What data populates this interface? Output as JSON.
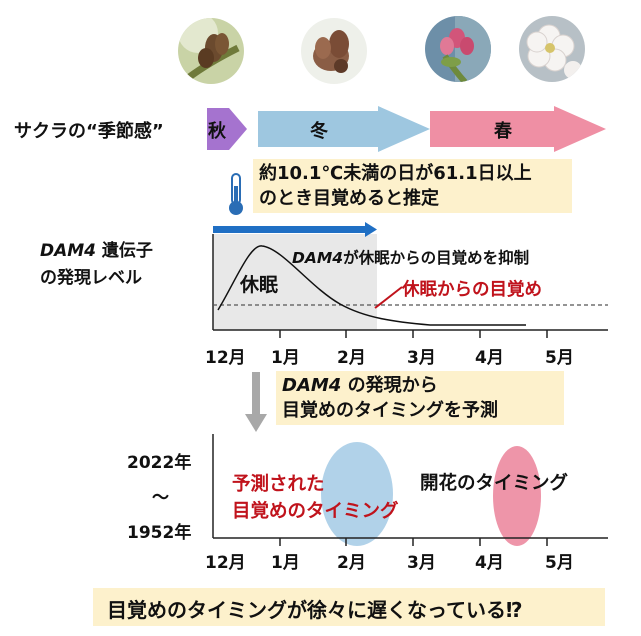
{
  "photos": [
    {
      "name": "autumn-bud-photo"
    },
    {
      "name": "winter-bud-photo"
    },
    {
      "name": "spring-bud-photo"
    },
    {
      "name": "spring-blossom-photo"
    }
  ],
  "season_row": {
    "label": "サクラの“季節感”",
    "autumn": "秋",
    "winter": "冬",
    "spring": "春",
    "colors": {
      "autumn": "#a573cf",
      "winter": "#9ec7e0",
      "spring": "#ef8fa4"
    }
  },
  "thermometer_callout": {
    "line1": "約10.1℃未満の日が61.1日以上",
    "line2": "のとき目覚めると推定"
  },
  "dam4_panel": {
    "ylabel_line1": "DAM4 遺伝子",
    "ylabel_line2": "の発現レベル",
    "suppress_label": "DAM4が休眠からの目覚めを抑制",
    "dormancy_label": "休眠",
    "awakening_label": "休眠からの目覚め",
    "months": [
      "12月",
      "1月",
      "2月",
      "3月",
      "4月",
      "5月"
    ]
  },
  "prediction_callout": {
    "line1": "DAM4 の発現から",
    "line2": "目覚めのタイミングを予測"
  },
  "timing_panel": {
    "year_top": "2022年",
    "year_sep": "～",
    "year_bottom": "1952年",
    "predicted_line1": "予測された",
    "predicted_line2": "目覚めのタイミング",
    "flowering_label": "開花のタイミング",
    "months": [
      "12月",
      "1月",
      "2月",
      "3月",
      "4月",
      "5月"
    ]
  },
  "conclusion": "目覚めのタイミングが徐々に遅くなっている⁉"
}
